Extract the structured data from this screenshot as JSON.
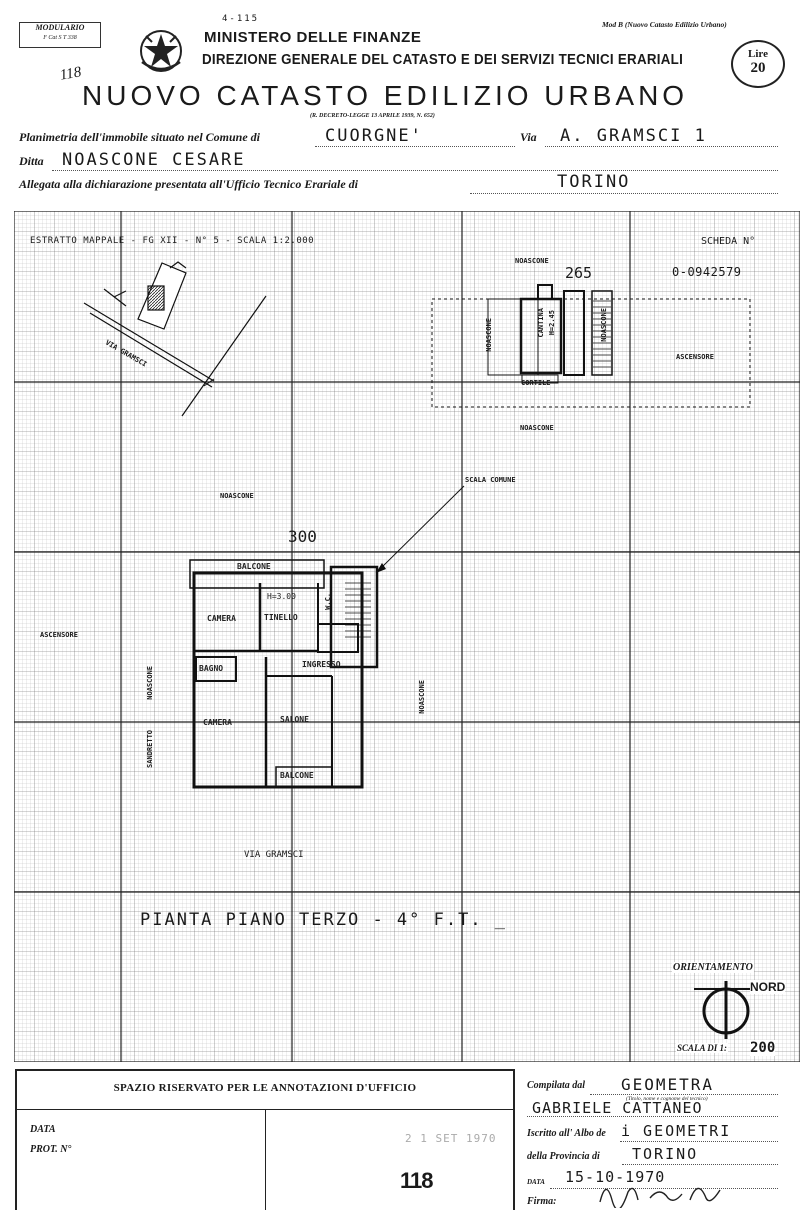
{
  "header": {
    "modulario_title": "MODULARIO",
    "modulario_code": "F   Cat  S  T    338",
    "handwritten_top": "4-115",
    "handwritten_number": "118",
    "ministry": "MINISTERO DELLE FINANZE",
    "direction": "DIREZIONE GENERALE DEL CATASTO E DEI SERVIZI TECNICI ERARIALI",
    "form_model": "Mod B (Nuovo Catasto Edilizio Urbano)",
    "stamp_line1": "Lire",
    "stamp_line2": "20",
    "main_title": "NUOVO CATASTO EDILIZIO URBANO",
    "decree": "(R. DECRETO-LEGGE 13 APRILE 1939, N. 652)"
  },
  "form": {
    "planimetria_label": "Planimetria dell'immobile situato nel Comune di",
    "comune": "CUORGNE'",
    "via_label": "Via",
    "via": "A. GRAMSCI  1",
    "ditta_label": "Ditta",
    "ditta": "NOASCONE   CESARE",
    "allegata_label": "Allegata alla dichiarazione presentata all'Ufficio Tecnico Erariale di",
    "ufficio": "TORINO"
  },
  "drawing": {
    "estratto": "ESTRATTO MAPPALE - FG XII - N° 5 - SCALA 1:2.000",
    "scheda_label": "SCHEDA  N°",
    "scheda_number": "0-0942579",
    "noascone_top": "NOASCONE",
    "dim_265": "265",
    "noascone_v1": "NOASCONE",
    "cantina": "CANTINA",
    "cantina_h": "H=2.45",
    "noascone_v2": "NOASCONE",
    "ascensore_top": "ASCENSORE",
    "cortile": "CORTILE",
    "noascone_mid": "NOASCONE",
    "via_gramsci_map": "VIA GRAMSCI",
    "scala_comune": "SCALA COMUNE",
    "noascone_left": "NOASCONE",
    "dim_300": "300",
    "balcone_top": "BALCONE",
    "h_300": "H=3.00",
    "camera_1": "CAMERA",
    "tinello": "TINELLO",
    "wc": "W.C.",
    "ascensore_left": "ASCENSORE",
    "bagno": "BAGNO",
    "ingresso": "INGRESSO",
    "noascone_v3": "NOASCONE",
    "noascone_v4": "NOASCONE",
    "camera_2": "CAMERA",
    "salone": "SALONE",
    "balcone_bottom": "BALCONE",
    "sandretto": "SANDRETTO",
    "via_gramsci_bottom": "VIA GRAMSCI",
    "pianta": "PIANTA  PIANO  TERZO  -  4° F.T. _",
    "orientamento": "ORIENTAMENTO",
    "nord": "NORD",
    "scala_label": "SCALA DI 1:",
    "scala_value": "200"
  },
  "footer": {
    "spazio_title": "SPAZIO RISERVATO PER LE ANNOTAZIONI D'UFFICIO",
    "data_label": "DATA",
    "prot_label": "PROT. N°",
    "stamp_number": "118",
    "faded_stamp": "2 1 SET 1970",
    "compilata_label": "Compilata dal",
    "compilata_value": "GEOMETRA",
    "titolo_note": "(Titolo, nome e cognome del tecnico)",
    "tecnico_name": "GABRIELE   CATTANEO",
    "iscritto_label": "Iscritto all' Albo de",
    "iscritto_value": "i   GEOMETRI",
    "provincia_label": "della Provincia di",
    "provincia_value": "TORINO",
    "data_compil_label": "DATA",
    "data_compil_value": "15-10-1970",
    "firma_label": "Firma:"
  }
}
